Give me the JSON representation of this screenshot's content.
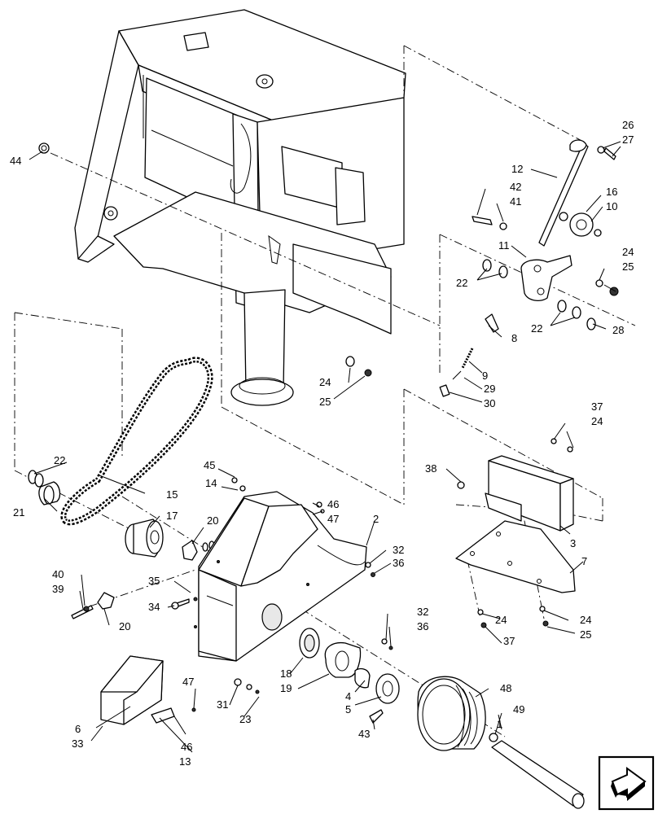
{
  "diagram": {
    "callouts": [
      {
        "text": "1"
      },
      {
        "text": "2"
      },
      {
        "text": "3"
      },
      {
        "text": "4"
      },
      {
        "text": "5"
      },
      {
        "text": "6"
      },
      {
        "text": "7"
      },
      {
        "text": "8"
      },
      {
        "text": "9"
      },
      {
        "text": "10"
      },
      {
        "text": "11"
      },
      {
        "text": "12"
      },
      {
        "text": "13"
      },
      {
        "text": "14"
      },
      {
        "text": "15"
      },
      {
        "text": "16"
      },
      {
        "text": "17"
      },
      {
        "text": "18"
      },
      {
        "text": "19"
      },
      {
        "text": "20"
      },
      {
        "text": "20"
      },
      {
        "text": "21"
      },
      {
        "text": "22"
      },
      {
        "text": "22"
      },
      {
        "text": "22"
      },
      {
        "text": "23"
      },
      {
        "text": "24"
      },
      {
        "text": "24"
      },
      {
        "text": "24"
      },
      {
        "text": "24"
      },
      {
        "text": "24"
      },
      {
        "text": "25"
      },
      {
        "text": "25"
      },
      {
        "text": "25"
      },
      {
        "text": "26"
      },
      {
        "text": "27"
      },
      {
        "text": "28"
      },
      {
        "text": "29"
      },
      {
        "text": "30"
      },
      {
        "text": "31"
      },
      {
        "text": "32"
      },
      {
        "text": "32"
      },
      {
        "text": "33"
      },
      {
        "text": "34"
      },
      {
        "text": "35"
      },
      {
        "text": "36"
      },
      {
        "text": "36"
      },
      {
        "text": "37"
      },
      {
        "text": "37"
      },
      {
        "text": "38"
      },
      {
        "text": "39"
      },
      {
        "text": "40"
      },
      {
        "text": "41"
      },
      {
        "text": "42"
      },
      {
        "text": "43"
      },
      {
        "text": "44"
      },
      {
        "text": "45"
      },
      {
        "text": "46"
      },
      {
        "text": "46"
      },
      {
        "text": "47"
      },
      {
        "text": "47"
      },
      {
        "text": "48"
      },
      {
        "text": "49"
      }
    ]
  },
  "nav_icon": "arrow-next-icon"
}
